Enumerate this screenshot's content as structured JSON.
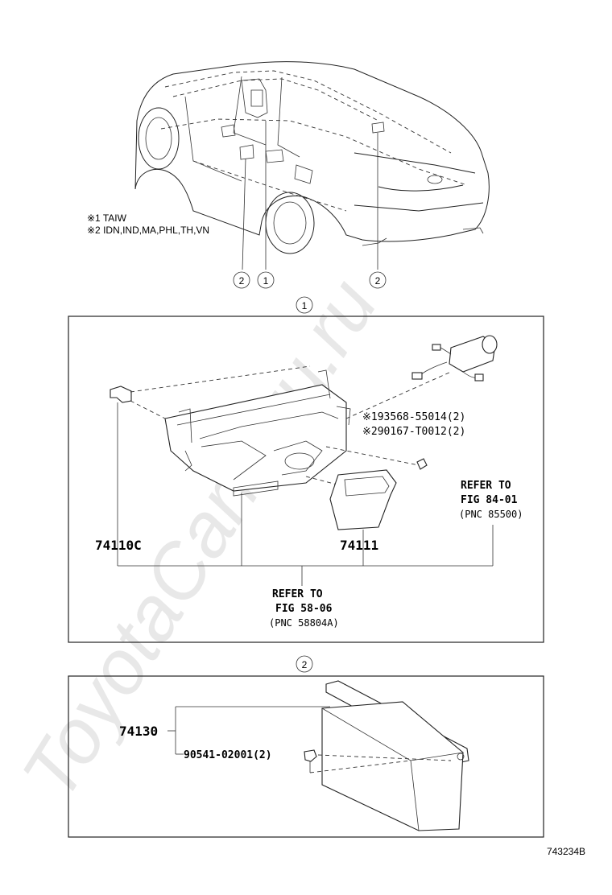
{
  "notes": {
    "note1": "※1 TAIW",
    "note2": "※2 IDN,IND,MA,PHL,TH,VN"
  },
  "callouts": {
    "top_1": "1",
    "top_2a": "2",
    "top_2b": "2",
    "section1": "1",
    "section2": "2"
  },
  "section1": {
    "note_bulb": "※193568-55014(2)",
    "note_socket": "※290167-T0012(2)",
    "refer_right": [
      "REFER TO",
      "FIG 84-01",
      "(PNC 85500)"
    ],
    "part_left": "74110C",
    "part_right": "74111",
    "refer_bottom": [
      "REFER TO",
      "FIG 58-06",
      "(PNC 58804A)"
    ]
  },
  "section2": {
    "part_main": "74130",
    "part_clip": "90541-02001(2)"
  },
  "footer": {
    "figure_code": "743234B"
  },
  "watermark": "ToyotaCarMiru.ru"
}
